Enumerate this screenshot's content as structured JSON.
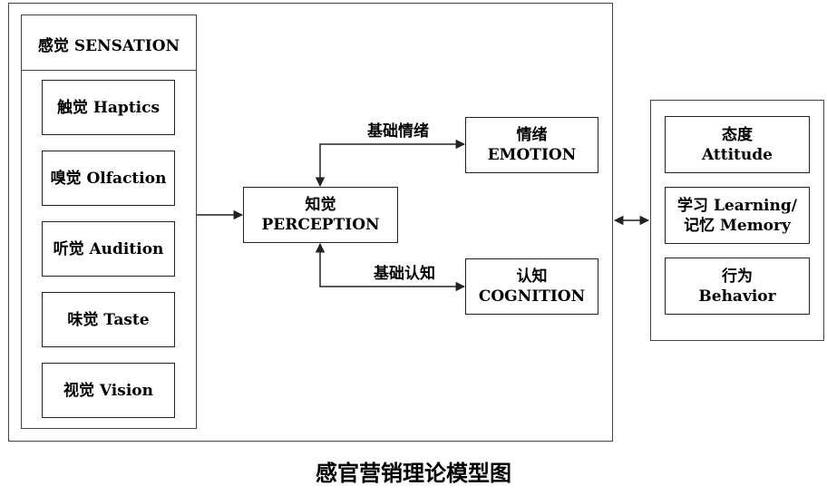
{
  "sensation": {
    "title": "感觉 SENSATION",
    "items": [
      "触觉 Haptics",
      "嗅觉 Olfaction",
      "听觉 Audition",
      "味觉 Taste",
      "视觉 Vision"
    ]
  },
  "perception": {
    "line1": "知觉",
    "line2": "PERCEPTION"
  },
  "emotion": {
    "line1": "情绪",
    "line2": "EMOTION"
  },
  "cognition": {
    "line1": "认知",
    "line2": "COGNITION"
  },
  "edge_labels": {
    "basic_emotion": "基础情绪",
    "basic_cognition": "基础认知"
  },
  "outcomes": {
    "attitude": {
      "line1": "态度",
      "line2": "Attitude"
    },
    "learning": {
      "line1": "学习 Learning/",
      "line2": "记忆 Memory"
    },
    "behavior": {
      "line1": "行为",
      "line2": "Behavior"
    }
  },
  "caption": "感官营销理论模型图"
}
